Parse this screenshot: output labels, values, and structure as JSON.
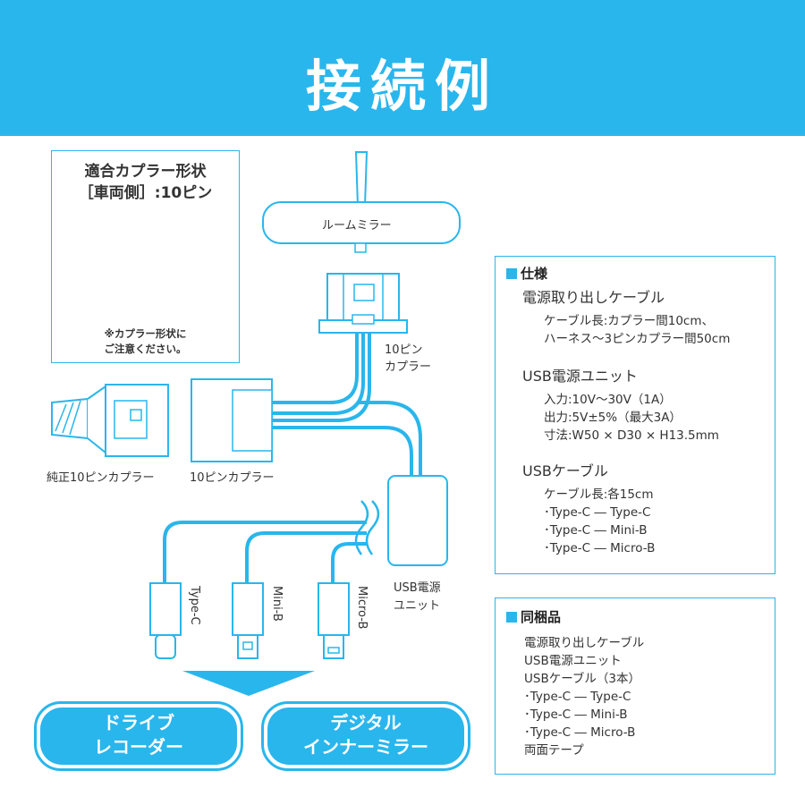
{
  "title": "接続例",
  "colors": {
    "accent": "#29b6ec",
    "wire": "#29b6ec",
    "outline": "#29b6ec"
  },
  "coupler_shape": {
    "title_line1": "適合カプラー形状",
    "title_line2": "［車両側］:10ピン",
    "note_line1": "※カプラー形状に",
    "note_line2": "ご注意ください。"
  },
  "labels": {
    "room_mirror": "ルームミラー",
    "pin10_coupler_a_line1": "10ピン",
    "pin10_coupler_a_line2": "カプラー",
    "genuine_coupler": "純正10ピンカプラー",
    "pin10_coupler_b": "10ピンカプラー",
    "usb_unit_line1": "USB電源",
    "usb_unit_line2": "ユニット",
    "type_c": "Type-C",
    "mini_b": "Mini-B",
    "micro_b": "Micro-B"
  },
  "targets": {
    "drive_recorder_line1": "ドライブ",
    "drive_recorder_line2": "レコーダー",
    "digital_mirror_line1": "デジタル",
    "digital_mirror_line2": "インナーミラー"
  },
  "spec": {
    "heading": "仕様",
    "cable_title": "電源取り出しケーブル",
    "cable_line1": "ケーブル長:カプラー間10cm、",
    "cable_line2": "ハーネス〜3ピンカプラー間50cm",
    "usb_unit_title": "USB電源ユニット",
    "input": "入力:10V〜30V（1A）",
    "output": "出力:5V±5%（最大3A）",
    "size": "寸法:W50 × D30 × H13.5mm",
    "usb_cable_title": "USBケーブル",
    "usb_cable_length": "ケーブル長:各15cm",
    "usb_types": [
      "･Type-C ― Type-C",
      "･Type-C ― Mini-B",
      "･Type-C ― Micro-B"
    ]
  },
  "included": {
    "heading": "同梱品",
    "items": [
      "電源取り出しケーブル",
      "USB電源ユニット",
      "USBケーブル（3本）",
      " ･Type-C ― Type-C",
      " ･Type-C ― Mini-B",
      " ･Type-C ― Micro-B",
      "両面テープ"
    ]
  }
}
